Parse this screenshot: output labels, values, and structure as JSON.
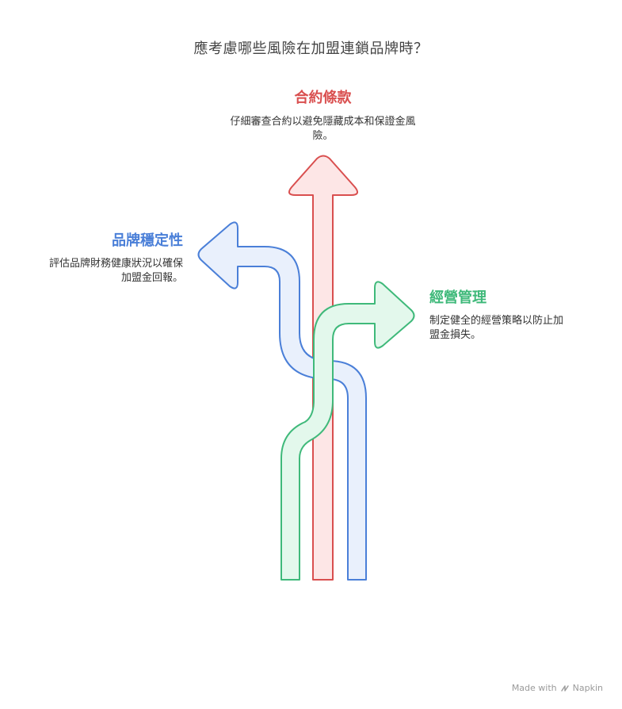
{
  "title": "應考慮哪些風險在加盟連鎖品牌時？",
  "branches": {
    "contract": {
      "heading": "合約條款",
      "description": "仔細審查合約以避免隱藏成本和保證金風險。",
      "color": "#d94f4f",
      "fill": "#fde6e6"
    },
    "brand": {
      "heading": "品牌穩定性",
      "description": "評估品牌財務健康狀況以確保加盟金回報。",
      "color": "#4a7fd8",
      "fill": "#e9f0fc"
    },
    "operations": {
      "heading": "經營管理",
      "description": "制定健全的經營策略以防止加盟金損失。",
      "color": "#3fb97a",
      "fill": "#e3f8ec"
    }
  },
  "footer": {
    "text": "Made with",
    "brand": "Napkin"
  }
}
